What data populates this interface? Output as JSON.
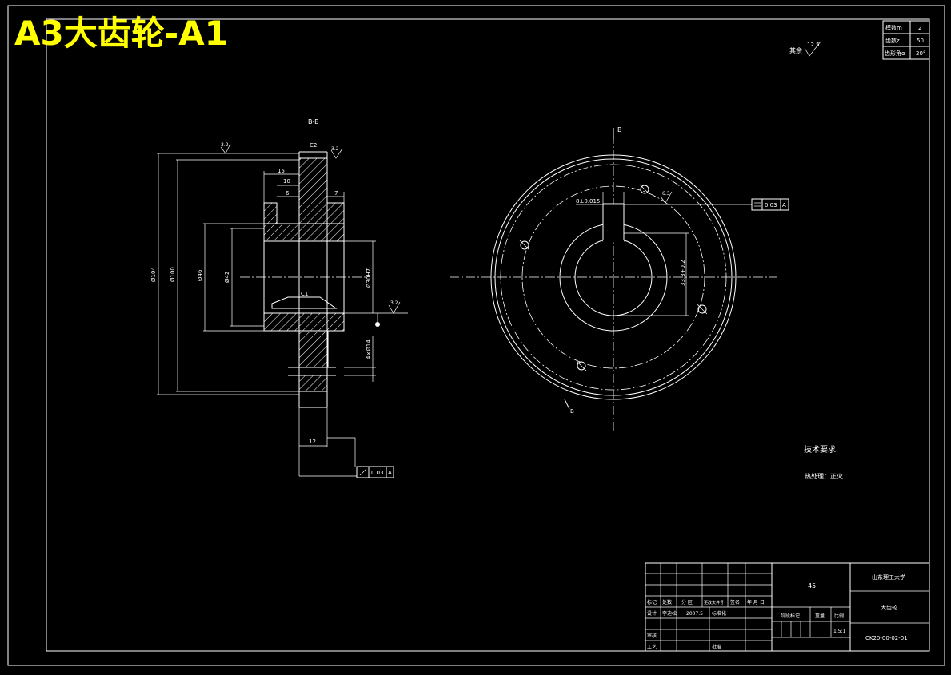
{
  "overlay_title": "A3大齿轮-A1",
  "params_table": [
    {
      "label": "模数m",
      "value": "2"
    },
    {
      "label": "齿数z",
      "value": "50"
    },
    {
      "label": "齿形角α",
      "value": "20°"
    }
  ],
  "roughness_rest": {
    "prefix": "其余",
    "value": "12.5"
  },
  "section": {
    "label": "B-B",
    "chamfer_top": "C2",
    "chamfer_bore": "C1",
    "roughness_left": "3.2",
    "roughness_right": "3.2",
    "roughness_bore": "3.2",
    "dim_15": "15",
    "dim_10": "10",
    "dim_6": "6",
    "dim_7": "7",
    "dim_12": "12",
    "dia_104": "Ø104",
    "dia_100": "Ø100",
    "dia_46": "Ø46",
    "dia_42": "Ø42",
    "dia_bore": "Ø30H7",
    "dia_hole": "4×Ø14",
    "runout_tol": "0.03",
    "datum": "A"
  },
  "front_view": {
    "label_b_top": "B",
    "label_b_bottom": "B",
    "key_width": "8±0.015",
    "key_depth": "33.3+0.2",
    "roughness_hole": "6.3",
    "parallel_tol": "0.03",
    "datum": "A"
  },
  "tech_req": {
    "title": "技术要求",
    "line1": "热处理：正火"
  },
  "title_block": {
    "material": "45",
    "school": "山东理工大学",
    "part_name": "大齿轮",
    "drawing_no": "CK20-00-02-01",
    "stage_label": "阶段标记",
    "weight_label": "重量",
    "scale_label": "比例",
    "scale": "1.5:1",
    "hdr_mark": "标记",
    "hdr_count": "处数",
    "hdr_zone": "分 区",
    "hdr_docno": "更改文件号",
    "hdr_sign": "签名",
    "hdr_date": "年 月 日",
    "design_label": "设计",
    "designer": "李迪松",
    "design_date": "2007.5",
    "std_label": "标准化",
    "review_label": "审核",
    "process_label": "工艺",
    "approve_label": "批准"
  }
}
